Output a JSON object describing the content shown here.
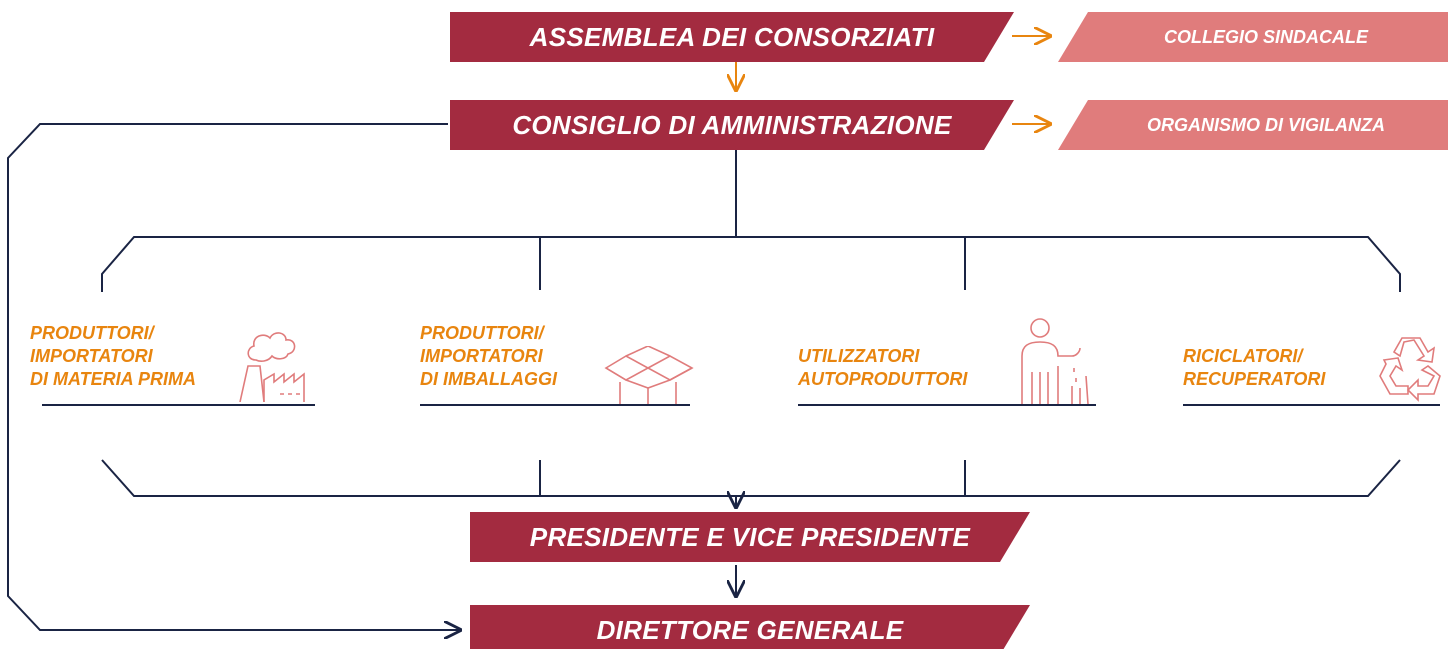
{
  "diagram": {
    "colors": {
      "primary_box": "#a32b40",
      "secondary_box": "#e07c7c",
      "connector": "#1a2444",
      "arrow": "#e8850f",
      "category_text": "#e8850f",
      "icon_stroke": "#e07c7c"
    },
    "nodes": {
      "assemblea": "ASSEMBLEA DEI CONSORZIATI",
      "collegio": "COLLEGIO SINDACALE",
      "consiglio": "CONSIGLIO DI AMMINISTRAZIONE",
      "organismo": "ORGANISMO DI VIGILANZA",
      "presidente": "PRESIDENTE E VICE PRESIDENTE",
      "direttore": "DIRETTORE GENERALE"
    },
    "categories": [
      {
        "lines": [
          "PRODUTTORI/",
          "IMPORTATORI",
          "DI MATERIA PRIMA"
        ],
        "icon": "factory-icon"
      },
      {
        "lines": [
          "PRODUTTORI/",
          "IMPORTATORI",
          "DI IMBALLAGGI"
        ],
        "icon": "boxes-icon"
      },
      {
        "lines": [
          "UTILIZZATORI",
          "AUTOPRODUTTORI"
        ],
        "icon": "person-disposing-icon"
      },
      {
        "lines": [
          "RICICLATORI/",
          "RECUPERATORI"
        ],
        "icon": "recycle-icon"
      }
    ]
  }
}
